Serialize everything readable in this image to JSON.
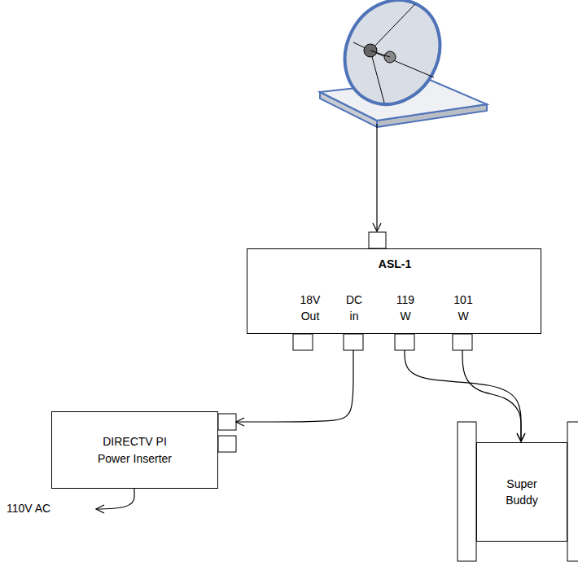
{
  "diagram": {
    "nodes": [
      {
        "text": [
          "ASL-1",
          "18V Out",
          "DC in",
          "119 W",
          "101 W"
        ]
      },
      {
        "text": [
          "DIRECTV PI Power Inserter"
        ]
      },
      {
        "text": [
          "Super Buddy"
        ]
      }
    ],
    "edges": [
      {
        "from": 0,
        "to": 1,
        "arrow": "to"
      },
      {
        "from": 0,
        "to": 2,
        "arrow": "to"
      },
      {
        "from": 0,
        "to": 2,
        "arrow": "to"
      }
    ],
    "labels": [
      "110V AC"
    ]
  }
}
